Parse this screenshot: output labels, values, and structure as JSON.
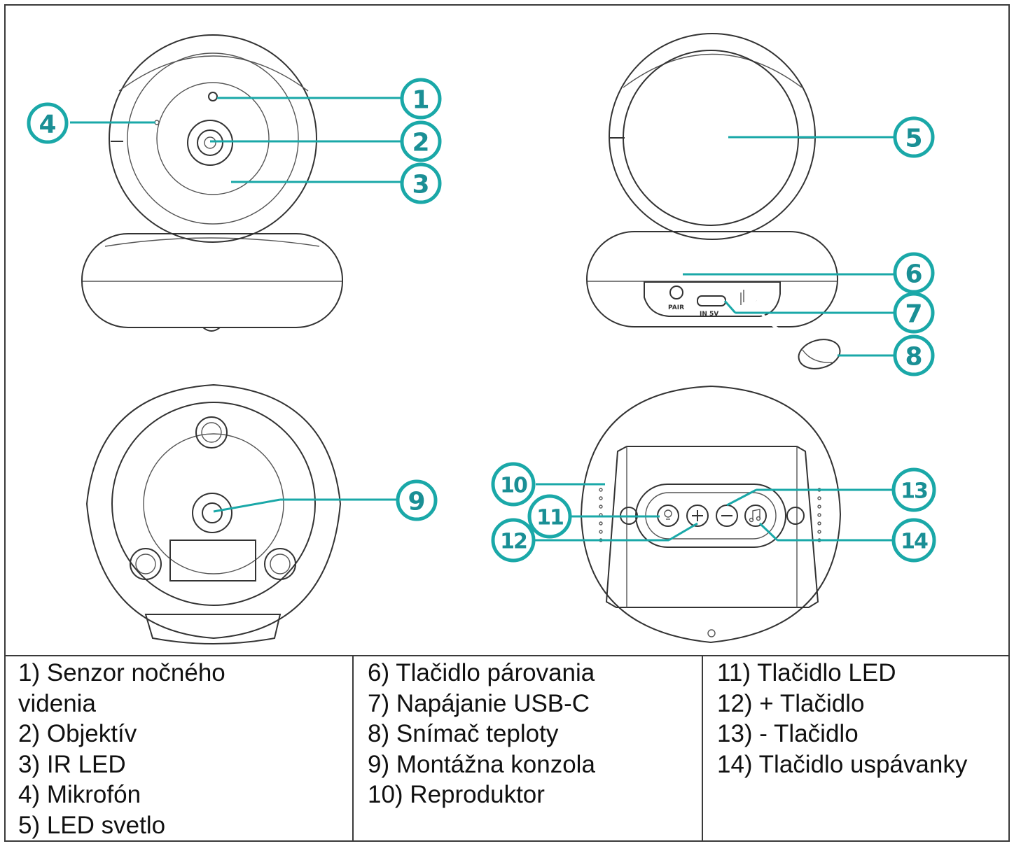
{
  "callouts": {
    "c1": "1",
    "c2": "2",
    "c3": "3",
    "c4": "4",
    "c5": "5",
    "c6": "6",
    "c7": "7",
    "c8": "8",
    "c9": "9",
    "c10": "10",
    "c11": "11",
    "c12": "12",
    "c13": "13",
    "c14": "14"
  },
  "device_labels": {
    "pair": "PAIR",
    "power": "IN 5V"
  },
  "legend": {
    "col1": [
      "1) Senzor nočného",
      "videnia",
      "2) Objektív",
      "3) IR LED",
      "4) Mikrofón",
      "5) LED svetlo"
    ],
    "col2": [
      "6) Tlačidlo párovania",
      "7) Napájanie USB-C",
      "8) Snímač teploty",
      "9) Montážna konzola",
      "10) Reproduktor"
    ],
    "col3": [
      "11) Tlačidlo LED",
      "12) + Tlačidlo",
      "13) - Tlačidlo",
      "14) Tlačidlo uspávanky"
    ]
  },
  "colors": {
    "accent": "#1aa8a8",
    "outline": "#333333"
  }
}
